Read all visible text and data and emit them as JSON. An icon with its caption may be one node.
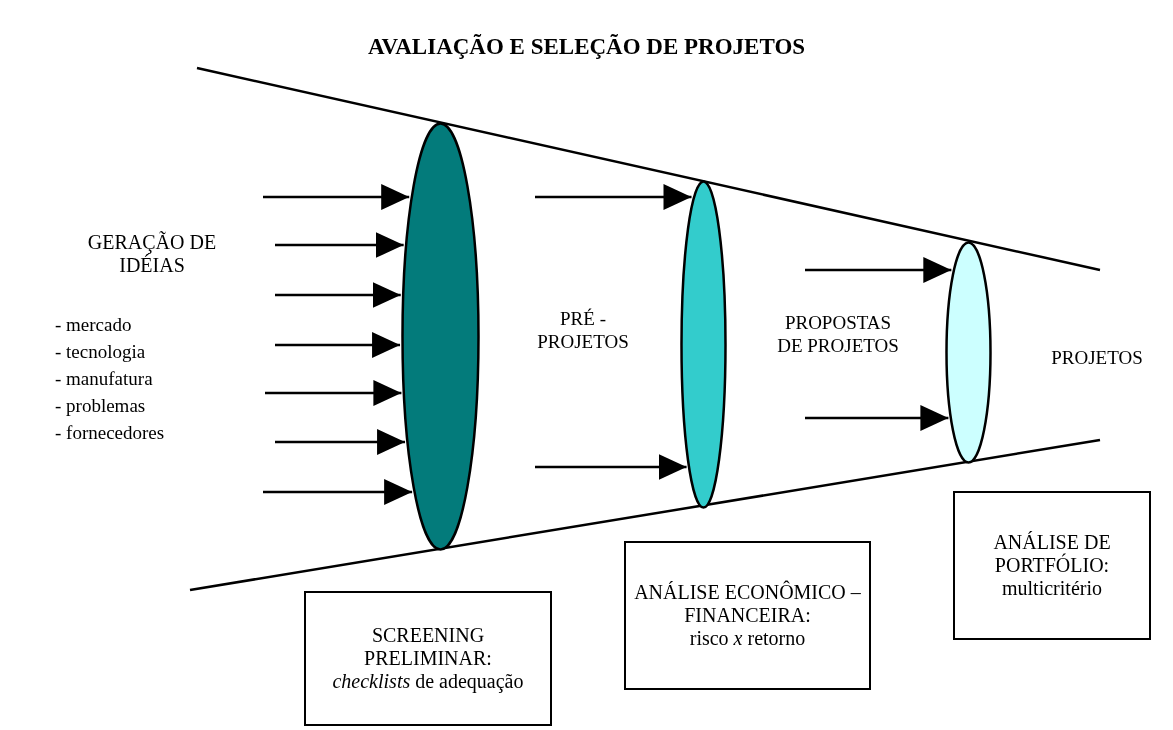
{
  "diagram": {
    "title": "AVALIAÇÃO E SELEÇÃO DE PROJETOS",
    "nodes": [
      {
        "text": [],
        "shape": "ellipse"
      },
      {
        "text": [],
        "shape": "ellipse"
      },
      {
        "text": [],
        "shape": "ellipse"
      },
      {
        "text": [
          "SCREENING PRELIMINAR:",
          "*checklists* de adequação"
        ]
      },
      {
        "text": [
          "ANÁLISE ECONÔMICO – FINANCEIRA:",
          "risco *x* retorno"
        ]
      },
      {
        "text": [
          "ANÁLISE DE PORTFÓLIO:",
          "multicritério"
        ]
      }
    ],
    "edges": [
      {
        "from": null,
        "to": 0,
        "arrow": "to"
      },
      {
        "from": null,
        "to": 0,
        "arrow": "to"
      },
      {
        "from": null,
        "to": 0,
        "arrow": "to"
      },
      {
        "from": null,
        "to": 0,
        "arrow": "to"
      },
      {
        "from": null,
        "to": 0,
        "arrow": "to"
      },
      {
        "from": null,
        "to": 0,
        "arrow": "to"
      },
      {
        "from": null,
        "to": 0,
        "arrow": "to"
      },
      {
        "from": null,
        "to": 1,
        "arrow": "to"
      },
      {
        "from": null,
        "to": 1,
        "arrow": "to"
      },
      {
        "from": null,
        "to": 2,
        "arrow": "to"
      },
      {
        "from": null,
        "to": 2,
        "arrow": "to"
      }
    ],
    "labels": [
      "GERAÇÃO DE IDÉIAS",
      "- mercado",
      "- tecnologia",
      "- manufatura",
      "- problemas",
      "- fornecedores",
      "PRÉ - PROJETOS",
      "PROPOSTAS DE PROJETOS",
      "PROJETOS"
    ]
  }
}
